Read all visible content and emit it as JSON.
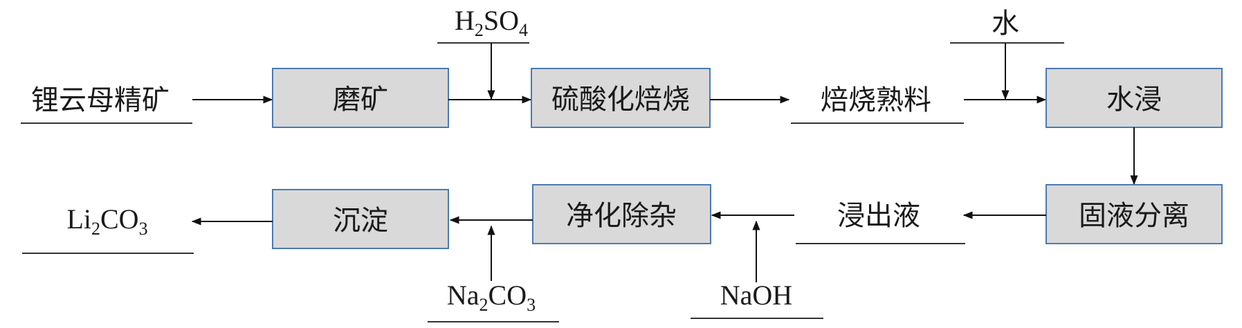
{
  "processes": {
    "grinding": "磨矿",
    "roasting": "硫酸化焙烧",
    "leaching": "水浸",
    "separation": "固液分离",
    "purification": "净化除杂",
    "precipitation": "沉淀"
  },
  "materials": {
    "feed": "锂云母精矿",
    "clinker": "焙烧熟料",
    "leachate": "浸出液",
    "product": {
      "base": "Li",
      "sub1": "2",
      "mid": "CO",
      "sub2": "3"
    }
  },
  "reagents": {
    "acid": {
      "base": "H",
      "sub1": "2",
      "mid": "SO",
      "sub2": "4"
    },
    "water": "水",
    "sodium_carbonate": {
      "base": "Na",
      "sub1": "2",
      "mid": "CO",
      "sub2": "3"
    },
    "sodium_hydroxide": "NaOH"
  }
}
